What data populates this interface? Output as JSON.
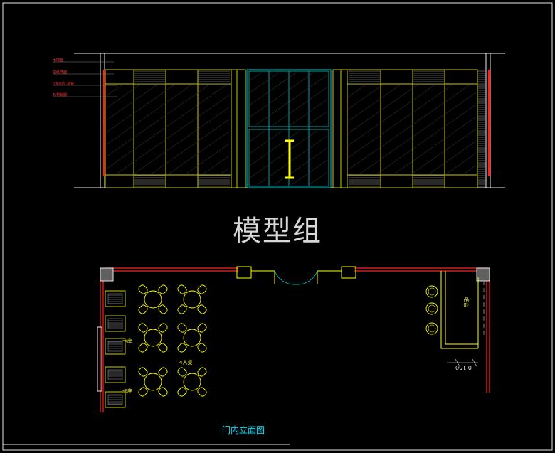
{
  "title": "模型组",
  "subtitle": "门内立面图",
  "elevation": {
    "leader_labels": [
      "木饰面",
      "墙纸饰面",
      "instead 灰镜",
      "石材踢脚"
    ]
  },
  "plan": {
    "labels": {
      "seat_a": "卡座",
      "seat_b": "卡座",
      "table": "4人桌",
      "bar": "吧台",
      "dim": "0.150"
    }
  },
  "colors": {
    "background": "#000000",
    "wall_red": "#ff2020",
    "wall_white": "#e8e8e8",
    "yellow": "#ffff00",
    "cyan": "#00ffff",
    "grey": "#808080"
  }
}
